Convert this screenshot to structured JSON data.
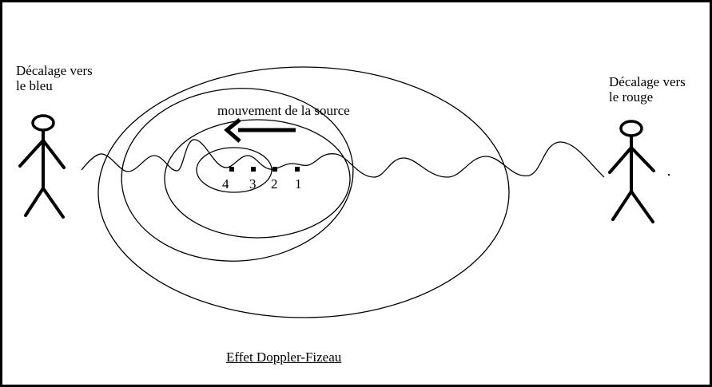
{
  "observer_left": {
    "label_line1": "Décalage vers",
    "label_line2": "le bleu"
  },
  "observer_right": {
    "label_line1": "Décalage vers",
    "label_line2": "le rouge"
  },
  "motion_label": "mouvement de la source",
  "source_positions": [
    "4",
    "3",
    "2",
    "1"
  ],
  "caption": "Effet Doppler-Fizeau",
  "colors": {
    "ink": "#000000",
    "background": "#ffffff"
  }
}
